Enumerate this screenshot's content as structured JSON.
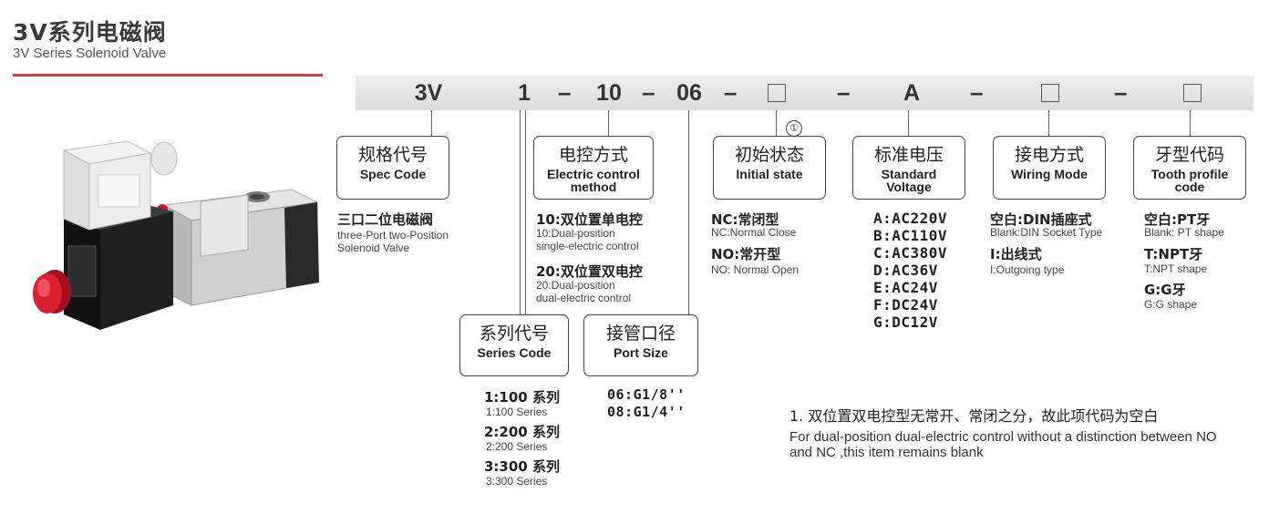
{
  "header": {
    "title_cn": "3V系列电磁阀",
    "title_en": "3V Series Solenoid Valve"
  },
  "code_bar": {
    "segments": [
      "3V",
      "1",
      "10",
      "06",
      "A"
    ],
    "dash": "–",
    "note_mark": "①"
  },
  "spec_code": {
    "label_cn": "规格代号",
    "label_en": "Spec Code",
    "desc_cn": "三口二位电磁阀",
    "desc_en_1": "three-Port  two-Position",
    "desc_en_2": "Solenoid Valve"
  },
  "electric_control": {
    "label_cn": "电控方式",
    "label_en_1": "Electric control",
    "label_en_2": "method",
    "items": [
      {
        "cn": "10:双位置单电控",
        "en_1": "10:Dual-position",
        "en_2": "single-electric control"
      },
      {
        "cn": "20:双位置双电控",
        "en_1": "20:Dual-position",
        "en_2": "dual-electric control"
      }
    ]
  },
  "series_code": {
    "label_cn": "系列代号",
    "label_en": "Series Code",
    "items": [
      {
        "cn": "1:100 系列",
        "en": "1:100 Series"
      },
      {
        "cn": "2:200 系列",
        "en": "2:200 Series"
      },
      {
        "cn": "3:300 系列",
        "en": "3:300 Series"
      }
    ]
  },
  "port_size": {
    "label_cn": "接管口径",
    "label_en": "Port Size",
    "items": [
      "06:G1/8''",
      "08:G1/4''"
    ]
  },
  "initial_state": {
    "label_cn": "初始状态",
    "label_en": "Initial state",
    "items": [
      {
        "cn": "NC:常闭型",
        "en": "NC:Normal Close"
      },
      {
        "cn": "NO:常开型",
        "en": "NO: Normal Open"
      }
    ]
  },
  "standard_voltage": {
    "label_cn": "标准电压",
    "label_en_1": "Standard",
    "label_en_2": "Voltage",
    "items": [
      "A:AC220V",
      "B:AC110V",
      "C:AC380V",
      "D:AC36V",
      "E:AC24V",
      "F:DC24V",
      "G:DC12V"
    ]
  },
  "wiring_mode": {
    "label_cn": "接电方式",
    "label_en": "Wiring Mode",
    "items": [
      {
        "cn": "空白:DIN插座式",
        "en": "Blank:DIN Socket Type"
      },
      {
        "cn": "I:出线式",
        "en": "I:Outgoing type"
      }
    ]
  },
  "tooth_profile": {
    "label_cn": "牙型代码",
    "label_en_1": "Tooth profile",
    "label_en_2": "code",
    "items": [
      {
        "cn": "空白:PT牙",
        "en": "Blank: PT shape"
      },
      {
        "cn": "T:NPT牙",
        "en": "T:NPT shape"
      },
      {
        "cn": "G:G牙",
        "en": "G:G shape"
      }
    ]
  },
  "footnote": {
    "cn": "1. 双位置双电控型无常开、常闭之分，故此项代码为空白",
    "en": "For dual-position dual-electric control without a distinction between NO and NC ,this item remains blank"
  },
  "colors": {
    "accent_line": "#d63a3a",
    "bar": "#e2e2e2",
    "valve_body": "#c8c8c8",
    "coil": "#1e1e1e",
    "knob": "#d01c2a"
  }
}
